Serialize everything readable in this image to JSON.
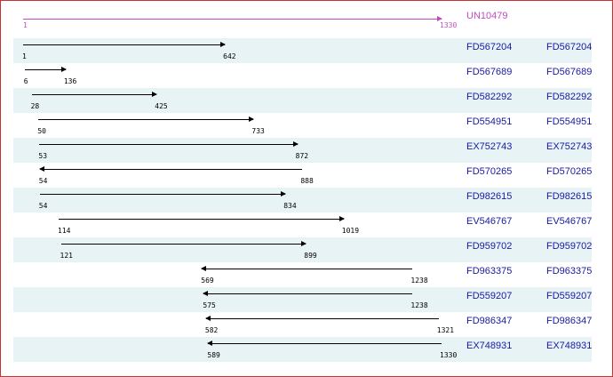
{
  "scale": {
    "min": 1,
    "max": 1330
  },
  "colors": {
    "reference": "#c04cc0",
    "link": "#1a1aa0",
    "row_shade": "#e8f3f6",
    "border": "#c83232"
  },
  "reference": {
    "name": "UN10479",
    "start": 1,
    "end": 1330,
    "start_label": "1",
    "end_label": "1330"
  },
  "rows": [
    {
      "name": "FD567204",
      "name2": "FD567204",
      "start": 1,
      "end": 642,
      "start_label": "1",
      "end_label": "642",
      "direction": "forward"
    },
    {
      "name": "FD567689",
      "name2": "FD567689",
      "start": 6,
      "end": 136,
      "start_label": "6",
      "end_label": "136",
      "direction": "forward"
    },
    {
      "name": "FD582292",
      "name2": "FD582292",
      "start": 28,
      "end": 425,
      "start_label": "28",
      "end_label": "425",
      "direction": "forward"
    },
    {
      "name": "FD554951",
      "name2": "FD554951",
      "start": 50,
      "end": 733,
      "start_label": "50",
      "end_label": "733",
      "direction": "forward"
    },
    {
      "name": "EX752743",
      "name2": "EX752743",
      "start": 53,
      "end": 872,
      "start_label": "53",
      "end_label": "872",
      "direction": "forward"
    },
    {
      "name": "FD570265",
      "name2": "FD570265",
      "start": 54,
      "end": 888,
      "start_label": "54",
      "end_label": "888",
      "direction": "reverse"
    },
    {
      "name": "FD982615",
      "name2": "FD982615",
      "start": 54,
      "end": 834,
      "start_label": "54",
      "end_label": "834",
      "direction": "forward"
    },
    {
      "name": "EV546767",
      "name2": "EV546767",
      "start": 114,
      "end": 1019,
      "start_label": "114",
      "end_label": "1019",
      "direction": "forward"
    },
    {
      "name": "FD959702",
      "name2": "FD959702",
      "start": 121,
      "end": 899,
      "start_label": "121",
      "end_label": "899",
      "direction": "forward"
    },
    {
      "name": "FD963375",
      "name2": "FD963375",
      "start": 569,
      "end": 1238,
      "start_label": "569",
      "end_label": "1238",
      "direction": "reverse"
    },
    {
      "name": "FD559207",
      "name2": "FD559207",
      "start": 575,
      "end": 1238,
      "start_label": "575",
      "end_label": "1238",
      "direction": "reverse"
    },
    {
      "name": "FD986347",
      "name2": "FD986347",
      "start": 582,
      "end": 1321,
      "start_label": "582",
      "end_label": "1321",
      "direction": "reverse"
    },
    {
      "name": "EX748931",
      "name2": "EX748931",
      "start": 589,
      "end": 1330,
      "start_label": "589",
      "end_label": "1330",
      "direction": "reverse"
    }
  ]
}
